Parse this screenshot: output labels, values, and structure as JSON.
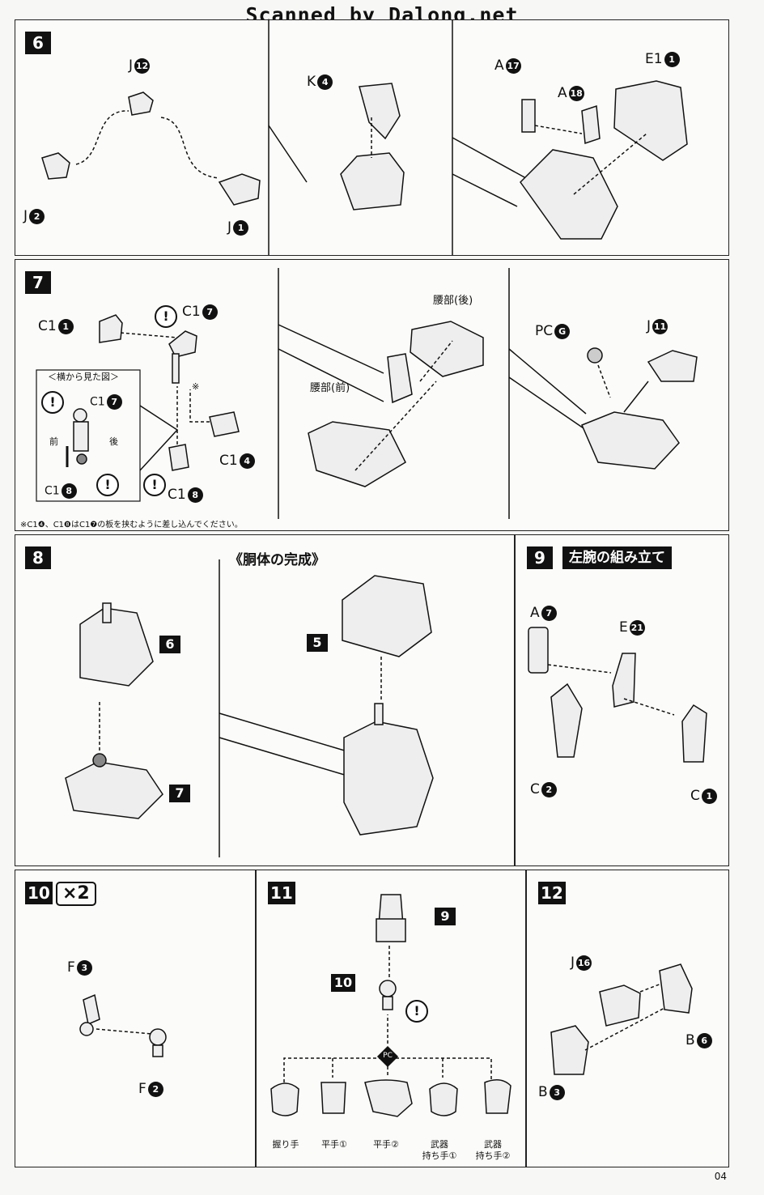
{
  "header": "Scanned by Dalong.net",
  "page_number": "04",
  "step6": {
    "num": "6",
    "labels": [
      {
        "letter": "J",
        "code": "12"
      },
      {
        "letter": "J",
        "code": "2"
      },
      {
        "letter": "J",
        "code": "1"
      },
      {
        "letter": "K",
        "code": "4"
      },
      {
        "letter": "A",
        "code": "17"
      },
      {
        "letter": "A",
        "code": "18"
      },
      {
        "letter": "E1",
        "code": "1"
      }
    ]
  },
  "step7": {
    "num": "7",
    "labels": [
      {
        "letter": "C1",
        "code": "1"
      },
      {
        "letter": "C1",
        "code": "7"
      },
      {
        "letter": "C1",
        "code": "4"
      },
      {
        "letter": "C1",
        "code": "8"
      },
      {
        "letter": "PC",
        "code": "G"
      },
      {
        "letter": "J",
        "code": "11"
      }
    ],
    "side_view_title": "＜横から見た図＞",
    "side_view": {
      "part_top": "C1",
      "code_top": "7",
      "part_bottom": "C1",
      "code_bottom": "8",
      "front": "前",
      "back": "後"
    },
    "asterisk": "※",
    "waist_back": "腰部(後)",
    "waist_front": "腰部(前)",
    "footnote": "※C1❹、C1❽はC1❼の板を挟むように差し込んでください。"
  },
  "step8": {
    "num": "8",
    "title": "《胴体の完成》",
    "refs": [
      "6",
      "7",
      "5"
    ]
  },
  "step9": {
    "num": "9",
    "title": "左腕の組み立て",
    "labels": [
      {
        "letter": "A",
        "code": "7"
      },
      {
        "letter": "E",
        "code": "21"
      },
      {
        "letter": "C",
        "code": "2"
      },
      {
        "letter": "C",
        "code": "1"
      }
    ]
  },
  "step10": {
    "num": "10",
    "multiplier": "×2",
    "labels": [
      {
        "letter": "F",
        "code": "3"
      },
      {
        "letter": "F",
        "code": "2"
      }
    ]
  },
  "step11": {
    "num": "11",
    "refs": [
      "9",
      "10"
    ],
    "pc_badge": "PC",
    "hands": [
      "握り手",
      "平手①",
      "平手②",
      "武器\n持ち手①",
      "武器\n持ち手②"
    ]
  },
  "step12": {
    "num": "12",
    "labels": [
      {
        "letter": "J",
        "code": "16"
      },
      {
        "letter": "B",
        "code": "6"
      },
      {
        "letter": "B",
        "code": "3"
      }
    ]
  }
}
